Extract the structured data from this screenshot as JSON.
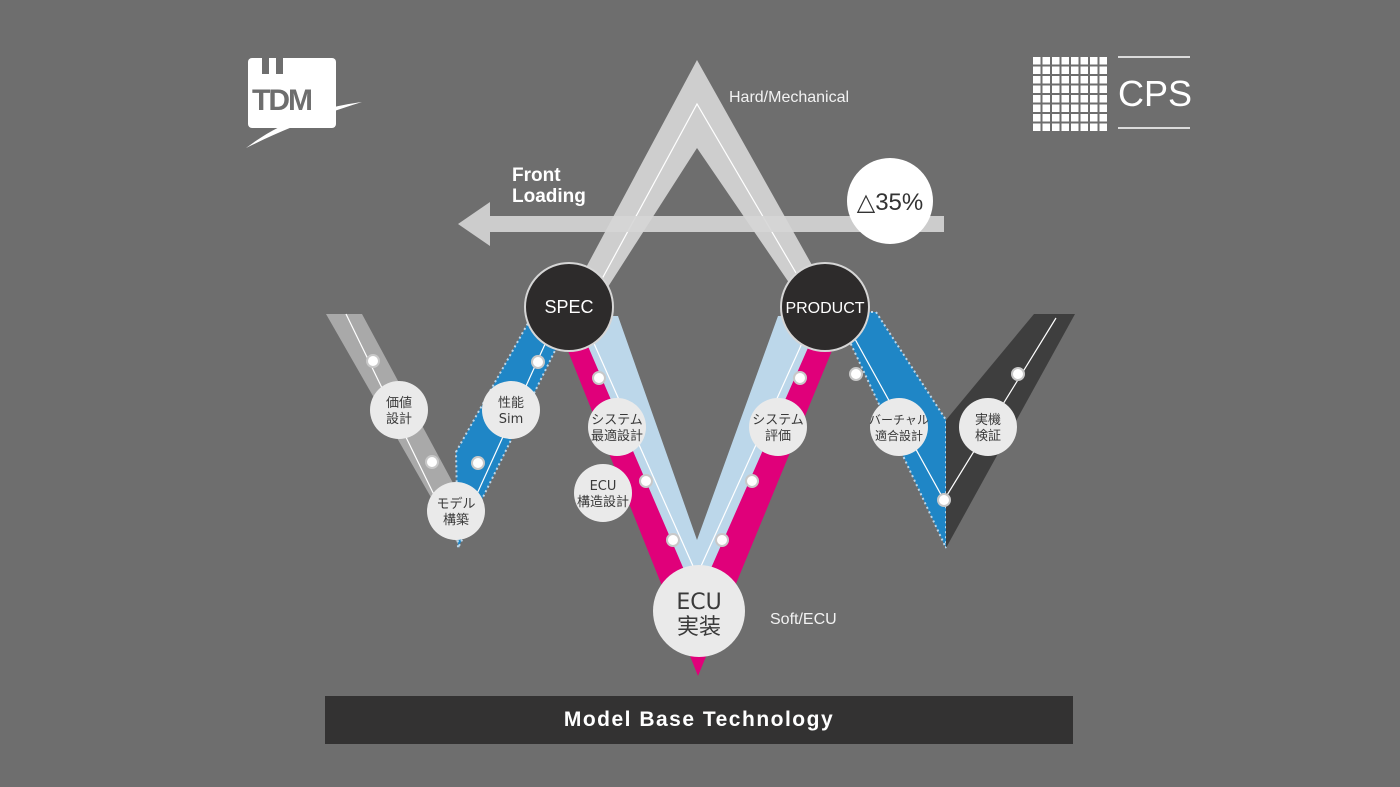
{
  "logos": {
    "left": {
      "text": "TDM"
    },
    "right": {
      "text": "CPS"
    }
  },
  "axis_labels": {
    "top": "Hard/Mechanical",
    "bottom": "Soft/ECU"
  },
  "front_loading": {
    "line1": "Front",
    "line2": "Loading",
    "reduction": "△35%"
  },
  "nodes": {
    "spec": "SPEC",
    "product": "PRODUCT",
    "ecu": {
      "line1": "ECU",
      "line2": "実装"
    },
    "kachi": {
      "line1": "価値",
      "line2": "設計"
    },
    "model": {
      "line1": "モデル",
      "line2": "構築"
    },
    "seino": {
      "line1": "性能",
      "line2": "Sim"
    },
    "system_opt": {
      "line1": "システム",
      "line2": "最適設計"
    },
    "ecu_struct": {
      "line1": "ECU",
      "line2": "構造設計"
    },
    "system_eval": {
      "line1": "システム",
      "line2": "評価"
    },
    "virtual": {
      "line1": "バーチャル",
      "line2": "適合設計"
    },
    "jikki": {
      "line1": "実機",
      "line2": "検証"
    }
  },
  "banner": "Model Base Technology",
  "colors": {
    "background": "#6e6e6e",
    "light_gray": "#d6d6d6",
    "gray_band": "#a9a9a9",
    "blue_band": "#1f86c6",
    "light_blue": "#bcd7ea",
    "magenta": "#e0007a",
    "dark_band": "#3e3e3e",
    "dark_node": "#2d2b2b"
  }
}
